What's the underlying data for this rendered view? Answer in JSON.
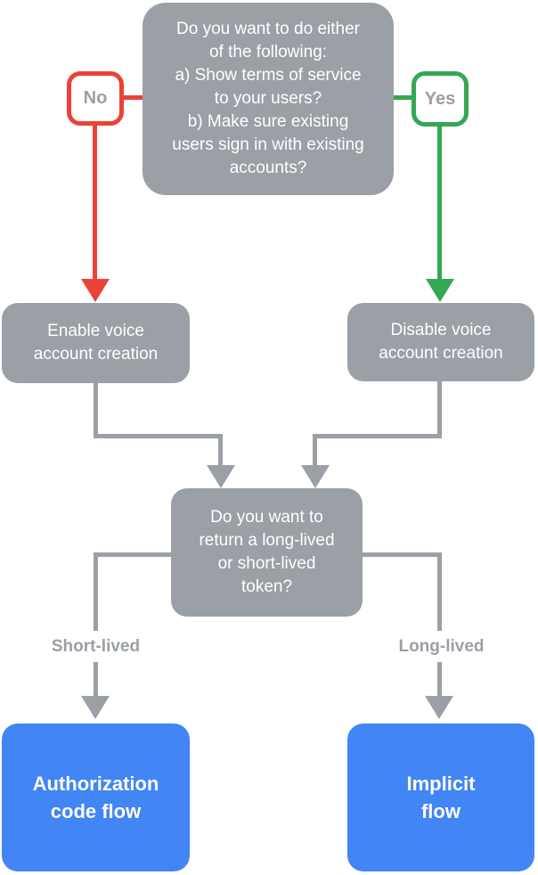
{
  "colors": {
    "gray": "#9AA0A6",
    "red": "#EA4335",
    "green": "#34A853",
    "blue": "#4285F4",
    "label_text": "#9AA0A6",
    "node_text": "#FFFFFF",
    "background": "#FFFFFF"
  },
  "nodes": {
    "top_question": "Do you want to do either\nof the following:\na) Show terms of service\nto your users?\nb) Make sure existing\nusers sign in with existing\naccounts?",
    "no_label": "No",
    "yes_label": "Yes",
    "enable_voice": "Enable voice\naccount creation",
    "disable_voice": "Disable voice\naccount creation",
    "token_question": "Do you want to\nreturn a long-lived\nor short-lived\ntoken?",
    "short_lived": "Short-lived",
    "long_lived": "Long-lived",
    "authorization_code_flow": "Authorization\ncode flow",
    "implicit_flow": "Implicit\nflow"
  }
}
